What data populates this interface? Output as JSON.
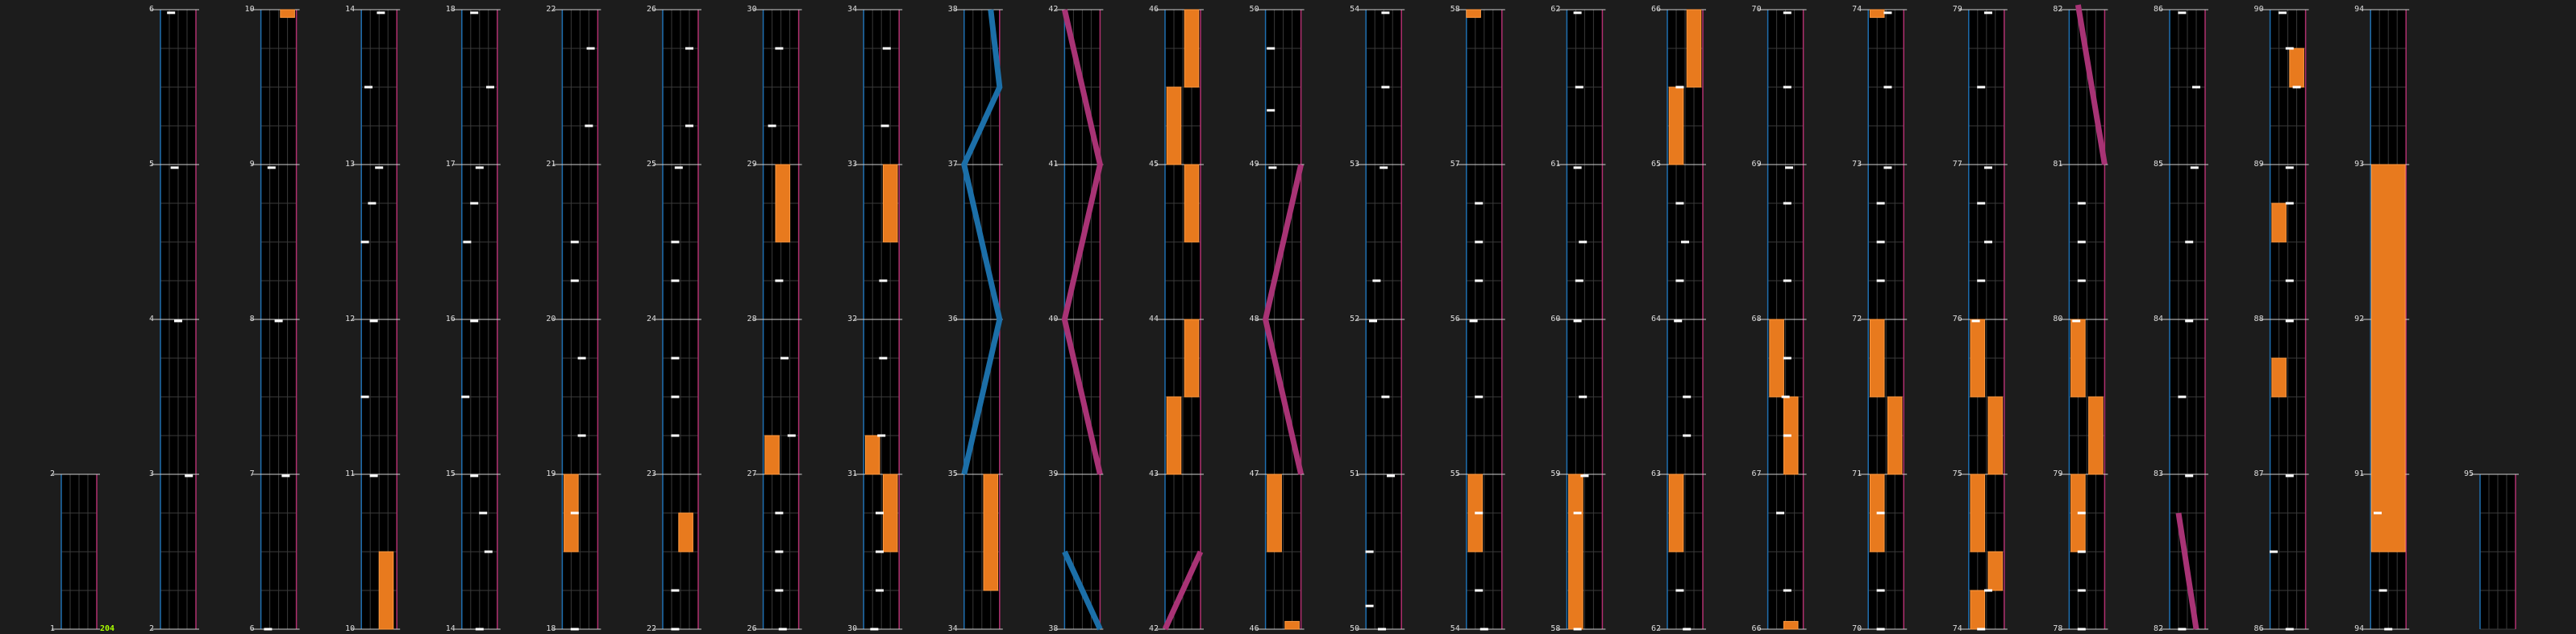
{
  "colors": {
    "background": "#1c1c1c",
    "lane": "#000000",
    "grid": "#3a3a3a",
    "left_border": "#1f6fb0",
    "right_border": "#b0306f",
    "hold": "#e87a1e",
    "tap": "#ffffff",
    "slide_blue": "#1c6fa8",
    "slide_pink": "#a83375",
    "combo": "#aaff00",
    "text": "#dddddd"
  },
  "combo_counter": "204",
  "columns": [
    {
      "labels": [
        "2",
        "1"
      ],
      "taps": [],
      "holds": [],
      "slides": []
    },
    {
      "labels": [
        "6",
        "5",
        "4",
        "3",
        "2"
      ],
      "taps": [
        {
          "t": 5.98,
          "p": 0.3
        },
        {
          "t": 4.98,
          "p": 0.4
        },
        {
          "t": 3.99,
          "p": 0.5
        },
        {
          "t": 2.99,
          "p": 0.8
        }
      ],
      "holds": [],
      "slides": []
    },
    {
      "labels": [
        "10",
        "9",
        "8",
        "7",
        "6"
      ],
      "taps": [
        {
          "t": 4.98,
          "p": 0.3
        },
        {
          "t": 3.99,
          "p": 0.5
        },
        {
          "t": 2.99,
          "p": 0.7
        },
        {
          "t": 2.0,
          "p": 0.2
        }
      ],
      "holds": [
        {
          "p": 0.75,
          "t0": 5.95,
          "t1": 6.0
        }
      ],
      "slides": []
    },
    {
      "labels": [
        "14",
        "13",
        "12",
        "11",
        "10"
      ],
      "taps": [
        {
          "t": 5.98,
          "p": 0.55
        },
        {
          "t": 5.5,
          "p": 0.2
        },
        {
          "t": 4.98,
          "p": 0.5
        },
        {
          "t": 4.75,
          "p": 0.3
        },
        {
          "t": 4.5,
          "p": 0.1
        },
        {
          "t": 3.99,
          "p": 0.35
        },
        {
          "t": 3.5,
          "p": 0.1
        },
        {
          "t": 2.99,
          "p": 0.35
        }
      ],
      "holds": [
        {
          "p": 0.7,
          "t0": 2.0,
          "t1": 2.5
        }
      ],
      "slides": []
    },
    {
      "labels": [
        "18",
        "17",
        "16",
        "15",
        "14"
      ],
      "taps": [
        {
          "t": 5.98,
          "p": 0.35
        },
        {
          "t": 5.5,
          "p": 0.8
        },
        {
          "t": 4.98,
          "p": 0.5
        },
        {
          "t": 4.75,
          "p": 0.35
        },
        {
          "t": 4.5,
          "p": 0.15
        },
        {
          "t": 3.99,
          "p": 0.35
        },
        {
          "t": 3.5,
          "p": 0.1
        },
        {
          "t": 2.99,
          "p": 0.35
        },
        {
          "t": 2.75,
          "p": 0.6
        },
        {
          "t": 2.5,
          "p": 0.75
        },
        {
          "t": 2.0,
          "p": 0.5
        }
      ],
      "holds": [],
      "slides": []
    },
    {
      "labels": [
        "22",
        "21",
        "20",
        "19",
        "18"
      ],
      "taps": [
        {
          "t": 5.75,
          "p": 0.8
        },
        {
          "t": 5.25,
          "p": 0.75
        },
        {
          "t": 4.5,
          "p": 0.35
        },
        {
          "t": 4.25,
          "p": 0.35
        },
        {
          "t": 3.75,
          "p": 0.55
        },
        {
          "t": 3.25,
          "p": 0.55
        },
        {
          "t": 2.75,
          "p": 0.35
        },
        {
          "t": 2.0,
          "p": 0.35
        }
      ],
      "holds": [
        {
          "p": 0.25,
          "t0": 2.5,
          "t1": 3.0
        }
      ],
      "slides": []
    },
    {
      "labels": [
        "26",
        "25",
        "24",
        "23",
        "22"
      ],
      "taps": [
        {
          "t": 5.75,
          "p": 0.75
        },
        {
          "t": 5.25,
          "p": 0.75
        },
        {
          "t": 4.98,
          "p": 0.45
        },
        {
          "t": 4.5,
          "p": 0.35
        },
        {
          "t": 4.25,
          "p": 0.35
        },
        {
          "t": 3.75,
          "p": 0.35
        },
        {
          "t": 3.5,
          "p": 0.35
        },
        {
          "t": 3.25,
          "p": 0.35
        },
        {
          "t": 2.25,
          "p": 0.35
        },
        {
          "t": 2.0,
          "p": 0.35
        }
      ],
      "holds": [
        {
          "p": 0.65,
          "t0": 2.5,
          "t1": 2.75
        }
      ],
      "slides": []
    },
    {
      "labels": [
        "30",
        "29",
        "28",
        "27",
        "26"
      ],
      "taps": [
        {
          "t": 5.75,
          "p": 0.45
        },
        {
          "t": 5.25,
          "p": 0.25
        },
        {
          "t": 4.25,
          "p": 0.45
        },
        {
          "t": 3.75,
          "p": 0.6
        },
        {
          "t": 3.25,
          "p": 0.8
        },
        {
          "t": 2.75,
          "p": 0.45
        },
        {
          "t": 2.5,
          "p": 0.45
        },
        {
          "t": 2.25,
          "p": 0.45
        },
        {
          "t": 2.0,
          "p": 0.55
        }
      ],
      "holds": [
        {
          "p": 0.55,
          "t0": 4.5,
          "t1": 5.0
        },
        {
          "p": 0.25,
          "t0": 3.0,
          "t1": 3.25
        }
      ],
      "slides": []
    },
    {
      "labels": [
        "34",
        "33",
        "32",
        "31",
        "30"
      ],
      "taps": [
        {
          "t": 5.75,
          "p": 0.65
        },
        {
          "t": 5.25,
          "p": 0.6
        },
        {
          "t": 4.25,
          "p": 0.55
        },
        {
          "t": 3.75,
          "p": 0.55
        },
        {
          "t": 3.25,
          "p": 0.5
        },
        {
          "t": 2.75,
          "p": 0.45
        },
        {
          "t": 2.5,
          "p": 0.45
        },
        {
          "t": 2.25,
          "p": 0.45
        },
        {
          "t": 2.0,
          "p": 0.3
        }
      ],
      "holds": [
        {
          "p": 0.75,
          "t0": 4.5,
          "t1": 5.0
        },
        {
          "p": 0.25,
          "t0": 3.0,
          "t1": 3.25
        },
        {
          "p": 0.75,
          "t0": 2.5,
          "t1": 3.0
        }
      ],
      "slides": []
    },
    {
      "labels": [
        "38",
        "37",
        "36",
        "35",
        "34"
      ],
      "taps": [],
      "holds": [
        {
          "p": 0.75,
          "t0": 2.25,
          "t1": 3.0
        }
      ],
      "slides": [
        {
          "color": "blue",
          "pts": [
            [
              6.0,
              0.75
            ],
            [
              5.5,
              1.0
            ],
            [
              5.0,
              0.0
            ],
            [
              4.0,
              1.0
            ],
            [
              3.0,
              0.0
            ]
          ]
        }
      ]
    },
    {
      "labels": [
        "42",
        "41",
        "40",
        "39",
        "38"
      ],
      "taps": [],
      "holds": [],
      "slides": [
        {
          "color": "pink",
          "pts": [
            [
              6.0,
              0.0
            ],
            [
              5.0,
              1.0
            ],
            [
              4.0,
              0.0
            ],
            [
              3.0,
              1.0
            ]
          ]
        },
        {
          "color": "blue",
          "pts": [
            [
              2.5,
              0.0
            ],
            [
              2.0,
              1.0
            ]
          ]
        }
      ]
    },
    {
      "labels": [
        "46",
        "45",
        "44",
        "43",
        "42"
      ],
      "taps": [],
      "holds": [
        {
          "p": 0.75,
          "t0": 5.5,
          "t1": 6.0
        },
        {
          "p": 0.25,
          "t0": 5.0,
          "t1": 5.5
        },
        {
          "p": 0.75,
          "t0": 4.5,
          "t1": 5.0
        },
        {
          "p": 0.75,
          "t0": 3.5,
          "t1": 4.0
        },
        {
          "p": 0.25,
          "t0": 3.0,
          "t1": 3.5
        }
      ],
      "slides": [
        {
          "color": "pink",
          "pts": [
            [
              2.0,
              0.0
            ],
            [
              2.5,
              1.0
            ]
          ]
        }
      ]
    },
    {
      "labels": [
        "50",
        "49",
        "48",
        "47",
        "46"
      ],
      "taps": [
        {
          "t": 5.75,
          "p": 0.15
        },
        {
          "t": 5.35,
          "p": 0.15
        },
        {
          "t": 4.98,
          "p": 0.2
        }
      ],
      "holds": [
        {
          "p": 0.25,
          "t0": 2.5,
          "t1": 3.0
        },
        {
          "p": 0.75,
          "t0": 2.0,
          "t1": 2.05
        }
      ],
      "slides": [
        {
          "color": "pink",
          "pts": [
            [
              5.0,
              1.0
            ],
            [
              4.0,
              0.0
            ],
            [
              3.0,
              1.0
            ]
          ]
        }
      ]
    },
    {
      "labels": [
        "54",
        "53",
        "52",
        "51",
        "50"
      ],
      "taps": [
        {
          "t": 5.98,
          "p": 0.55
        },
        {
          "t": 5.5,
          "p": 0.55
        },
        {
          "t": 4.98,
          "p": 0.5
        },
        {
          "t": 4.25,
          "p": 0.3
        },
        {
          "t": 3.99,
          "p": 0.2
        },
        {
          "t": 3.5,
          "p": 0.55
        },
        {
          "t": 2.99,
          "p": 0.7
        },
        {
          "t": 2.5,
          "p": 0.1
        },
        {
          "t": 2.15,
          "p": 0.1
        },
        {
          "t": 2.0,
          "p": 0.45
        }
      ],
      "holds": [],
      "slides": []
    },
    {
      "labels": [
        "58",
        "57",
        "56",
        "55",
        "54"
      ],
      "taps": [
        {
          "t": 4.75,
          "p": 0.35
        },
        {
          "t": 4.5,
          "p": 0.35
        },
        {
          "t": 4.25,
          "p": 0.35
        },
        {
          "t": 3.99,
          "p": 0.2
        },
        {
          "t": 3.5,
          "p": 0.35
        },
        {
          "t": 2.75,
          "p": 0.35
        },
        {
          "t": 2.25,
          "p": 0.35
        },
        {
          "t": 2.0,
          "p": 0.5
        }
      ],
      "holds": [
        {
          "p": 0.2,
          "t0": 5.95,
          "t1": 6.0
        },
        {
          "p": 0.25,
          "t0": 2.5,
          "t1": 3.0
        }
      ],
      "slides": []
    },
    {
      "labels": [
        "62",
        "61",
        "60",
        "59",
        "58"
      ],
      "taps": [
        {
          "t": 5.98,
          "p": 0.3
        },
        {
          "t": 5.5,
          "p": 0.35
        },
        {
          "t": 4.98,
          "p": 0.3
        },
        {
          "t": 4.5,
          "p": 0.45
        },
        {
          "t": 4.25,
          "p": 0.35
        },
        {
          "t": 3.99,
          "p": 0.3
        },
        {
          "t": 3.5,
          "p": 0.45
        },
        {
          "t": 2.99,
          "p": 0.5
        },
        {
          "t": 2.75,
          "p": 0.3
        },
        {
          "t": 2.0,
          "p": 0.3
        }
      ],
      "holds": [
        {
          "p": 0.25,
          "t0": 2.0,
          "t1": 3.0
        }
      ],
      "slides": []
    },
    {
      "labels": [
        "66",
        "65",
        "64",
        "63",
        "62"
      ],
      "taps": [
        {
          "t": 5.5,
          "p": 0.35
        },
        {
          "t": 4.75,
          "p": 0.35
        },
        {
          "t": 4.5,
          "p": 0.5
        },
        {
          "t": 4.25,
          "p": 0.35
        },
        {
          "t": 3.99,
          "p": 0.3
        },
        {
          "t": 3.5,
          "p": 0.55
        },
        {
          "t": 3.25,
          "p": 0.55
        },
        {
          "t": 2.25,
          "p": 0.35
        },
        {
          "t": 2.0,
          "p": 0.55
        }
      ],
      "holds": [
        {
          "p": 0.75,
          "t0": 5.5,
          "t1": 6.0
        },
        {
          "p": 0.25,
          "t0": 5.0,
          "t1": 5.5
        },
        {
          "p": 0.25,
          "t0": 2.5,
          "t1": 3.0
        }
      ],
      "slides": []
    },
    {
      "labels": [
        "70",
        "69",
        "68",
        "67",
        "66"
      ],
      "taps": [
        {
          "t": 5.98,
          "p": 0.55
        },
        {
          "t": 5.5,
          "p": 0.55
        },
        {
          "t": 4.98,
          "p": 0.6
        },
        {
          "t": 4.75,
          "p": 0.55
        },
        {
          "t": 4.25,
          "p": 0.55
        },
        {
          "t": 3.75,
          "p": 0.55
        },
        {
          "t": 3.5,
          "p": 0.5
        },
        {
          "t": 3.25,
          "p": 0.55
        },
        {
          "t": 2.75,
          "p": 0.35
        },
        {
          "t": 2.25,
          "p": 0.55
        }
      ],
      "holds": [
        {
          "p": 0.25,
          "t0": 3.5,
          "t1": 4.0
        },
        {
          "p": 0.65,
          "t0": 3.0,
          "t1": 3.5
        },
        {
          "p": 0.65,
          "t0": 2.0,
          "t1": 2.05
        }
      ],
      "slides": []
    },
    {
      "labels": [
        "74",
        "73",
        "72",
        "71",
        "70"
      ],
      "taps": [
        {
          "t": 5.98,
          "p": 0.55
        },
        {
          "t": 5.5,
          "p": 0.55
        },
        {
          "t": 4.98,
          "p": 0.55
        },
        {
          "t": 4.75,
          "p": 0.35
        },
        {
          "t": 4.5,
          "p": 0.35
        },
        {
          "t": 4.25,
          "p": 0.35
        },
        {
          "t": 2.75,
          "p": 0.35
        },
        {
          "t": 2.25,
          "p": 0.35
        },
        {
          "t": 2.0,
          "p": 0.35
        }
      ],
      "holds": [
        {
          "p": 0.25,
          "t0": 5.95,
          "t1": 6.0
        },
        {
          "p": 0.25,
          "t0": 3.5,
          "t1": 4.0
        },
        {
          "p": 0.75,
          "t0": 3.0,
          "t1": 3.5
        },
        {
          "p": 0.25,
          "t0": 2.5,
          "t1": 3.0
        }
      ],
      "slides": []
    },
    {
      "labels": [
        "79",
        "77",
        "76",
        "75",
        "74"
      ],
      "taps": [
        {
          "t": 5.98,
          "p": 0.55
        },
        {
          "t": 5.5,
          "p": 0.35
        },
        {
          "t": 4.98,
          "p": 0.55
        },
        {
          "t": 4.75,
          "p": 0.35
        },
        {
          "t": 4.5,
          "p": 0.55
        },
        {
          "t": 4.25,
          "p": 0.35
        },
        {
          "t": 3.99,
          "p": 0.2
        },
        {
          "t": 2.25,
          "p": 0.55
        },
        {
          "t": 2.0,
          "p": 0.35
        }
      ],
      "holds": [
        {
          "p": 0.25,
          "t0": 3.5,
          "t1": 4.0
        },
        {
          "p": 0.75,
          "t0": 3.0,
          "t1": 3.5
        },
        {
          "p": 0.25,
          "t0": 2.5,
          "t1": 3.0
        },
        {
          "p": 0.25,
          "t0": 2.0,
          "t1": 2.25
        },
        {
          "p": 0.75,
          "t0": 2.25,
          "t1": 2.5
        }
      ],
      "slides": []
    },
    {
      "labels": [
        "82",
        "81",
        "80",
        "79",
        "78"
      ],
      "taps": [
        {
          "t": 4.75,
          "p": 0.35
        },
        {
          "t": 4.5,
          "p": 0.35
        },
        {
          "t": 4.25,
          "p": 0.35
        },
        {
          "t": 3.99,
          "p": 0.2
        },
        {
          "t": 2.75,
          "p": 0.35
        },
        {
          "t": 2.5,
          "p": 0.35
        },
        {
          "t": 2.25,
          "p": 0.35
        },
        {
          "t": 2.0,
          "p": 0.35
        }
      ],
      "holds": [
        {
          "p": 0.25,
          "t0": 3.5,
          "t1": 4.0
        },
        {
          "p": 0.75,
          "t0": 3.0,
          "t1": 3.5
        },
        {
          "p": 0.25,
          "t0": 2.5,
          "t1": 3.0
        }
      ],
      "slides": [
        {
          "color": "pink",
          "pts": [
            [
              6.05,
              0.25
            ],
            [
              5.0,
              1.0
            ]
          ]
        }
      ]
    },
    {
      "labels": [
        "86",
        "85",
        "84",
        "83",
        "82"
      ],
      "taps": [
        {
          "t": 5.98,
          "p": 0.35
        },
        {
          "t": 5.5,
          "p": 0.75
        },
        {
          "t": 4.98,
          "p": 0.7
        },
        {
          "t": 4.5,
          "p": 0.55
        },
        {
          "t": 3.99,
          "p": 0.55
        },
        {
          "t": 3.5,
          "p": 0.35
        },
        {
          "t": 2.99,
          "p": 0.55
        },
        {
          "t": 2.0,
          "p": 0.35
        }
      ],
      "holds": [],
      "slides": [
        {
          "color": "pink",
          "pts": [
            [
              2.75,
              0.25
            ],
            [
              2.0,
              0.75
            ]
          ]
        }
      ]
    },
    {
      "labels": [
        "90",
        "89",
        "88",
        "87",
        "86"
      ],
      "taps": [
        {
          "t": 5.98,
          "p": 0.35
        },
        {
          "t": 5.75,
          "p": 0.55
        },
        {
          "t": 5.5,
          "p": 0.75
        },
        {
          "t": 4.98,
          "p": 0.55
        },
        {
          "t": 4.75,
          "p": 0.55
        },
        {
          "t": 4.25,
          "p": 0.55
        },
        {
          "t": 3.99,
          "p": 0.55
        },
        {
          "t": 2.99,
          "p": 0.55
        },
        {
          "t": 2.5,
          "p": 0.1
        },
        {
          "t": 2.0,
          "p": 0.55
        }
      ],
      "holds": [
        {
          "p": 0.75,
          "t0": 5.5,
          "t1": 5.75
        },
        {
          "p": 0.25,
          "t0": 4.5,
          "t1": 4.75
        },
        {
          "p": 0.25,
          "t0": 3.5,
          "t1": 3.75
        }
      ],
      "slides": []
    },
    {
      "labels": [
        "94",
        "93",
        "92",
        "91",
        "94"
      ],
      "taps": [
        {
          "t": 2.75,
          "p": 0.2
        },
        {
          "t": 2.25,
          "p": 0.35
        },
        {
          "t": 2.0,
          "p": 0.5
        }
      ],
      "holds": [
        {
          "p": 0.5,
          "t0": 2.5,
          "t1": 5.0,
          "wide": true
        }
      ],
      "slides": []
    },
    {
      "labels": [
        "95"
      ],
      "taps": [],
      "holds": [],
      "slides": []
    }
  ]
}
